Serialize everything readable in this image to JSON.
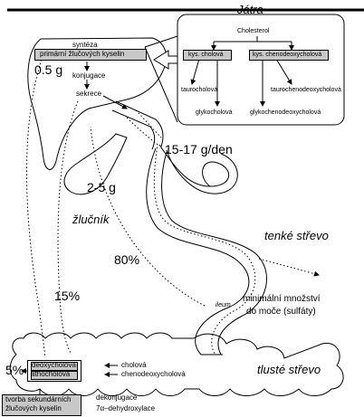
{
  "title": "Játra",
  "liver_box": {
    "cholesterol": "Cholesterol",
    "acid_cholic": "kys. cholová",
    "acid_chenodeoxycholic": "kys. chenodeoxycholová",
    "tauro_cholic": "taurocholová",
    "tauro_cheno": "taurochenodeoxycholová",
    "glyco_cholic": "glykocholová",
    "glyco_cheno": "glykochenodeoxycholová"
  },
  "liver": {
    "synthesis": "syntéza",
    "primary_acids": "primární žlučových kyselin",
    "pool_amount": "0.5 g",
    "conjugation": "konjugace",
    "secretion": "sekrece"
  },
  "flow_per_day": "15-17 g/den",
  "gallbladder_amount": "2-5 g",
  "gallbladder_label": "žlučník",
  "small_intestine_label": "tenké střevo",
  "reabsorption_percent": "80%",
  "large_intestine_return_percent": "15%",
  "urine_note": {
    "line1": "minimální množství",
    "line2": "do moče (sulfáty)"
  },
  "ileum_label": "ileum",
  "colon": {
    "label": "tlusté střevo",
    "loss_percent": "5%",
    "deoxycholic": "deoxycholová",
    "lithocholic": "lithocholová",
    "cholic": "cholová",
    "chenodeoxycholic": "chenodeoxycholová",
    "deconjugation": "dekonjugace",
    "dehydroxylation": "7α–dehydroxylace"
  },
  "secondary_note": {
    "line1": "tvorba sekundárních",
    "line2": "žlučových kyselin"
  },
  "colors": {
    "box_fill": "#c8c8c8",
    "line": "#000000"
  }
}
